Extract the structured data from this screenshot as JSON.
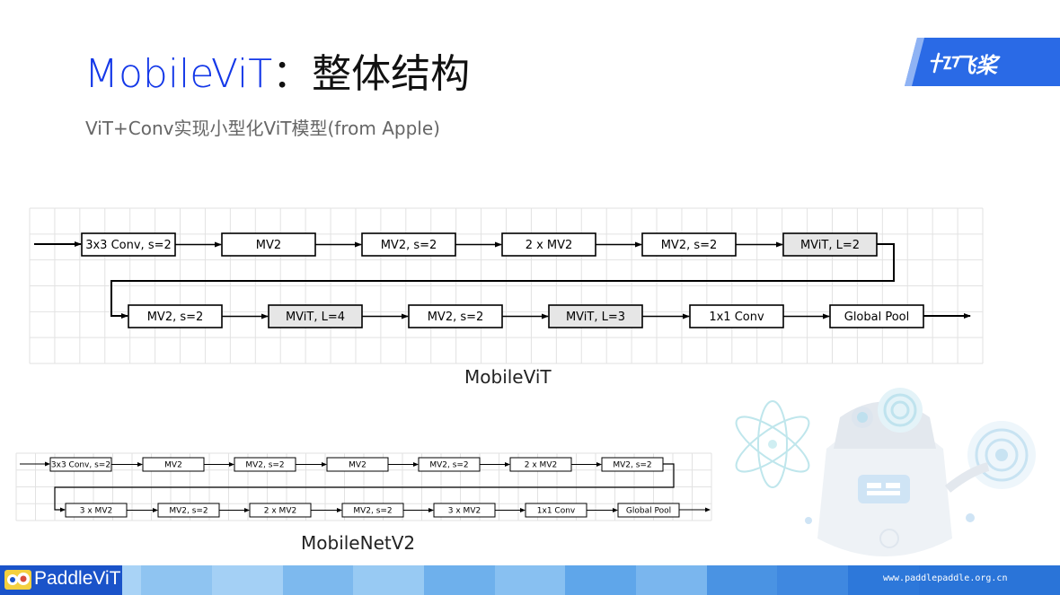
{
  "header": {
    "title_en": "MobileViT",
    "title_sep": "：",
    "title_zh": "整体结构",
    "subtitle": "ViT+Conv实现小型化ViT模型(from Apple)",
    "logo_text": "飞桨"
  },
  "diagrams": {
    "mobilevit": {
      "caption": "MobileViT",
      "row1": [
        "3x3 Conv, s=2",
        "MV2",
        "MV2, s=2",
        "2 x MV2",
        "MV2, s=2",
        "MViT, L=2"
      ],
      "row2": [
        "MV2, s=2",
        "MViT, L=4",
        "MV2, s=2",
        "MViT, L=3",
        "1x1 Conv",
        "Global Pool"
      ]
    },
    "mobilenetv2": {
      "caption": "MobileNetV2",
      "row1": [
        "3x3 Conv, s=2",
        "MV2",
        "MV2, s=2",
        "MV2",
        "MV2, s=2",
        "2 x MV2",
        "MV2, s=2"
      ],
      "row2": [
        "3 x MV2",
        "MV2, s=2",
        "2 x MV2",
        "MV2, s=2",
        "3 x MV2",
        "1x1 Conv",
        "Global Pool"
      ]
    }
  },
  "footer": {
    "brand": "PaddleViT",
    "url": "www.paddlepaddle.org.cn"
  },
  "colors": {
    "title_blue": "#1438e8",
    "highlight_box": "#e6e6e6",
    "footer_blue": "#1a53c9"
  }
}
